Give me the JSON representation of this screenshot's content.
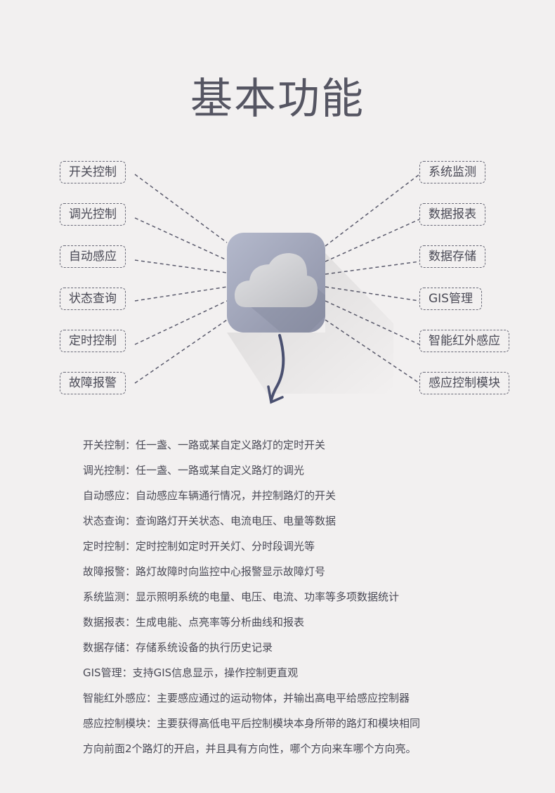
{
  "title": "基本功能",
  "left_labels": [
    "开关控制",
    "调光控制",
    "自动感应",
    "状态查询",
    "定时控制",
    "故障报警"
  ],
  "right_labels": [
    "系统监测",
    "数据报表",
    "数据存储",
    "GIS管理",
    "智能红外感应",
    "感应控制模块"
  ],
  "center_icon": "cloud-icon",
  "descriptions": [
    "开关控制：任一盏、一路或某自定义路灯的定时开关",
    "调光控制：任一盏、一路或某自定义路灯的调光",
    "自动感应：自动感应车辆通行情况，并控制路灯的开关",
    "状态查询：查询路灯开关状态、电流电压、电量等数据",
    "定时控制：定时控制如定时开关灯、分时段调光等",
    "故障报警：路灯故障时向监控中心报警显示故障灯号",
    "系统监测：显示照明系统的电量、电压、电流、功率等多项数据统计",
    "数据报表：生成电能、点亮率等分析曲线和报表",
    "数据存储：存储系统设备的执行历史记录",
    "GIS管理：支持GIS信息显示，操作控制更直观",
    "智能红外感应：主要感应通过的运动物体，并输出高电平给感应控制器",
    "感应控制模块：主要获得高低电平后控制模块本身所带的路灯和模块相同",
    "方向前面2个路灯的开启，并且具有方向性，哪个方向来车哪个方向亮。"
  ]
}
